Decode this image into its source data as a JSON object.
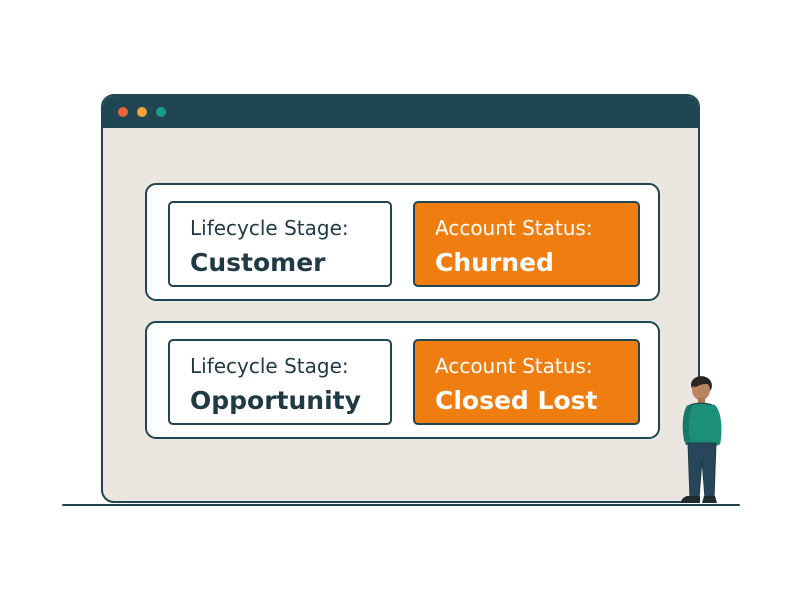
{
  "colors": {
    "window_frame": "#1f4652",
    "window_body": "#ece6e1",
    "status_accent": "#ef7d10",
    "dot_red": "#e8643a",
    "dot_yellow": "#f2a33a",
    "dot_green": "#1a9c8a",
    "person_shirt": "#1b8f78",
    "person_pants": "#27465a"
  },
  "records": [
    {
      "lifecycle_label": "Lifecycle Stage:",
      "lifecycle_value": "Customer",
      "status_label": "Account Status:",
      "status_value": "Churned"
    },
    {
      "lifecycle_label": "Lifecycle Stage:",
      "lifecycle_value": "Opportunity",
      "status_label": "Account Status:",
      "status_value": "Closed Lost"
    }
  ],
  "icons": {
    "window_controls": [
      "close-dot-icon",
      "minimize-dot-icon",
      "maximize-dot-icon"
    ],
    "figure": "person-icon"
  }
}
